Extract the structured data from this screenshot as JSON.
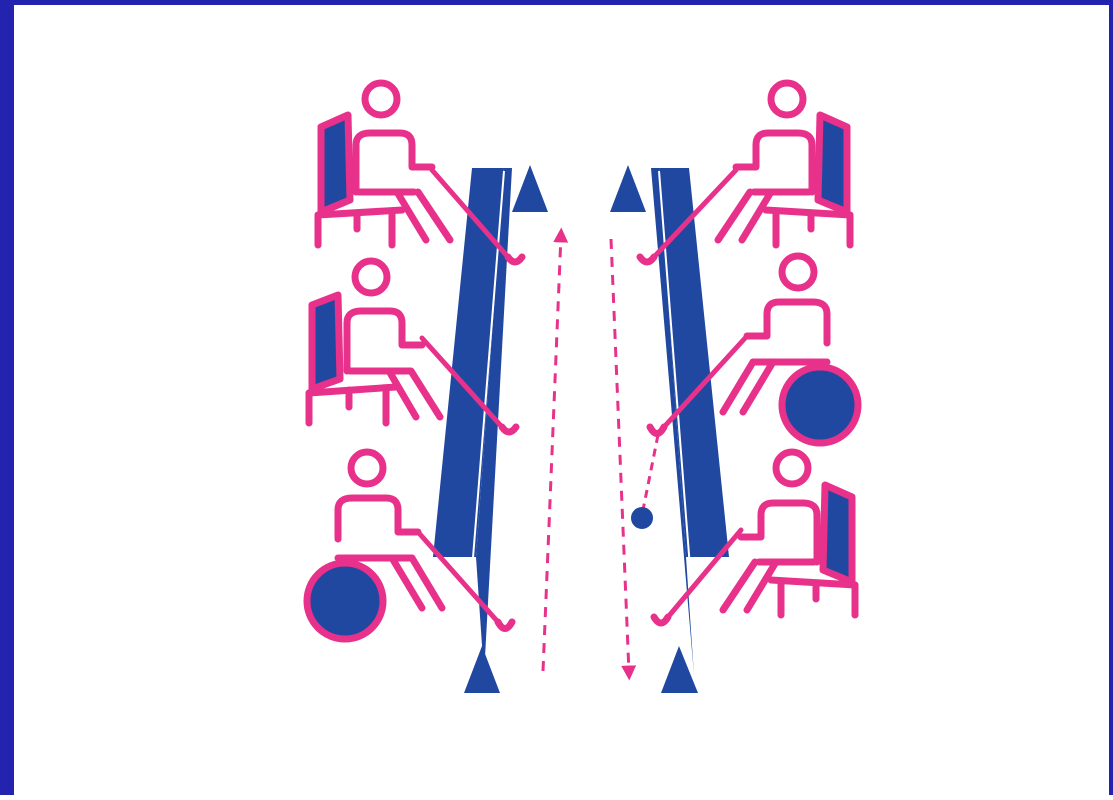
{
  "colors": {
    "frame": "#2323B0",
    "background": "#FFFFFF",
    "player": "#E8318A",
    "equipment": "#2148A0"
  },
  "drill": {
    "left_group": {
      "players": [
        {
          "type": "seated-chair",
          "icon": "chair-icon"
        },
        {
          "type": "seated-chair",
          "icon": "chair-icon"
        },
        {
          "type": "wheelchair",
          "icon": "wheelchair-icon"
        }
      ],
      "pass_direction": "up"
    },
    "right_group": {
      "players": [
        {
          "type": "seated-chair",
          "icon": "chair-icon"
        },
        {
          "type": "wheelchair",
          "icon": "wheelchair-icon"
        },
        {
          "type": "seated-chair",
          "icon": "chair-icon"
        }
      ],
      "pass_direction": "down"
    },
    "equipment": {
      "boards": 2,
      "cones": 4,
      "ball": 1
    }
  }
}
